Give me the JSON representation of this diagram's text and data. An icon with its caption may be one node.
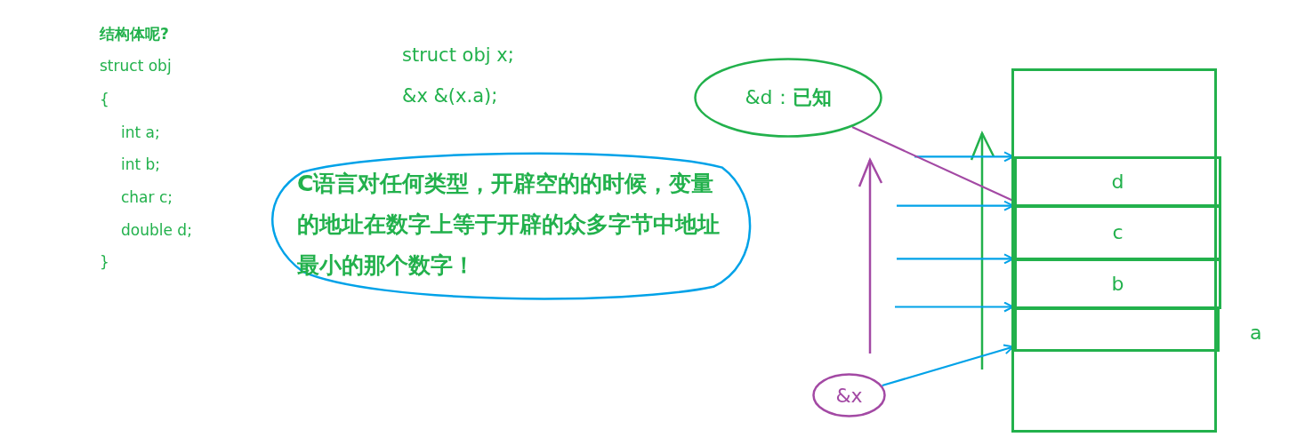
{
  "diagram": {
    "nodes": [
      {
        "text": [
          "C语言对任何类型，开辟空的的时候，变量的地址在数字上等于开辟的众多字节中地址最小的那个数字！"
        ]
      },
      {
        "text": [
          "&d：**已知**"
        ]
      },
      {
        "text": [
          "&x"
        ]
      },
      {
        "text": [],
        "shape": "box"
      },
      {
        "text": [
          "d"
        ],
        "in": 3
      },
      {
        "text": [
          "c"
        ],
        "in": 3
      },
      {
        "text": [
          "b"
        ],
        "in": 3
      },
      {
        "text": [],
        "shape": "box",
        "in": 3,
        "beside": [
          "a"
        ]
      }
    ],
    "edges": [
      {
        "from": null,
        "to": 4,
        "arrow": "to"
      },
      {
        "from": null,
        "to": 5,
        "arrow": "to"
      },
      {
        "from": null,
        "to": 6,
        "arrow": "to"
      },
      {
        "from": null,
        "to": 7,
        "arrow": "to"
      },
      {
        "from": 2,
        "to": 7,
        "arrow": "to"
      },
      {
        "from": 1,
        "to": 4,
        "arrow": "none",
        "color": "#a349a4"
      }
    ],
    "labels": [
      "结构体呢?",
      "struct obj",
      "{",
      "int a;",
      "int b;",
      "char c;",
      "double d;",
      "}",
      "struct obj x;",
      "&x &(x.a);"
    ]
  }
}
